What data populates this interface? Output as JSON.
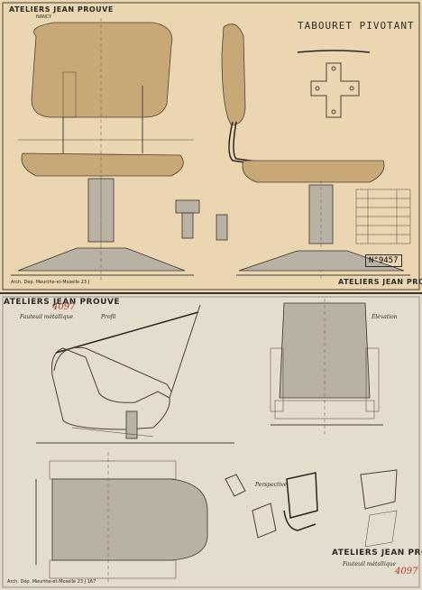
{
  "top_sheet": {
    "brand": "ATELIERS JEAN PROUVE",
    "brand_sub": "NANCY",
    "title": "TABOURET PIVOTANT",
    "number": "N°9457",
    "footer_brand": "ATELIERS JEAN PROUVE",
    "archive": "Arch. Dep. Meurthe-et-Moselle 23 J"
  },
  "bottom_sheet": {
    "brand": "ATELIERS JEAN PROUVE",
    "label_left": "Fauteuil métallique",
    "label_center": "Profil",
    "label_right": "Élévation",
    "label_perspective": "Perspective",
    "number_top": "4097",
    "number_bottom": "4097",
    "footer_brand": "ATELIERS JEAN PROUVE",
    "footer_label": "Fauteuil métallique",
    "archive": "Arch. Dép. Meurthe-et-Moselle 23 J 167"
  }
}
